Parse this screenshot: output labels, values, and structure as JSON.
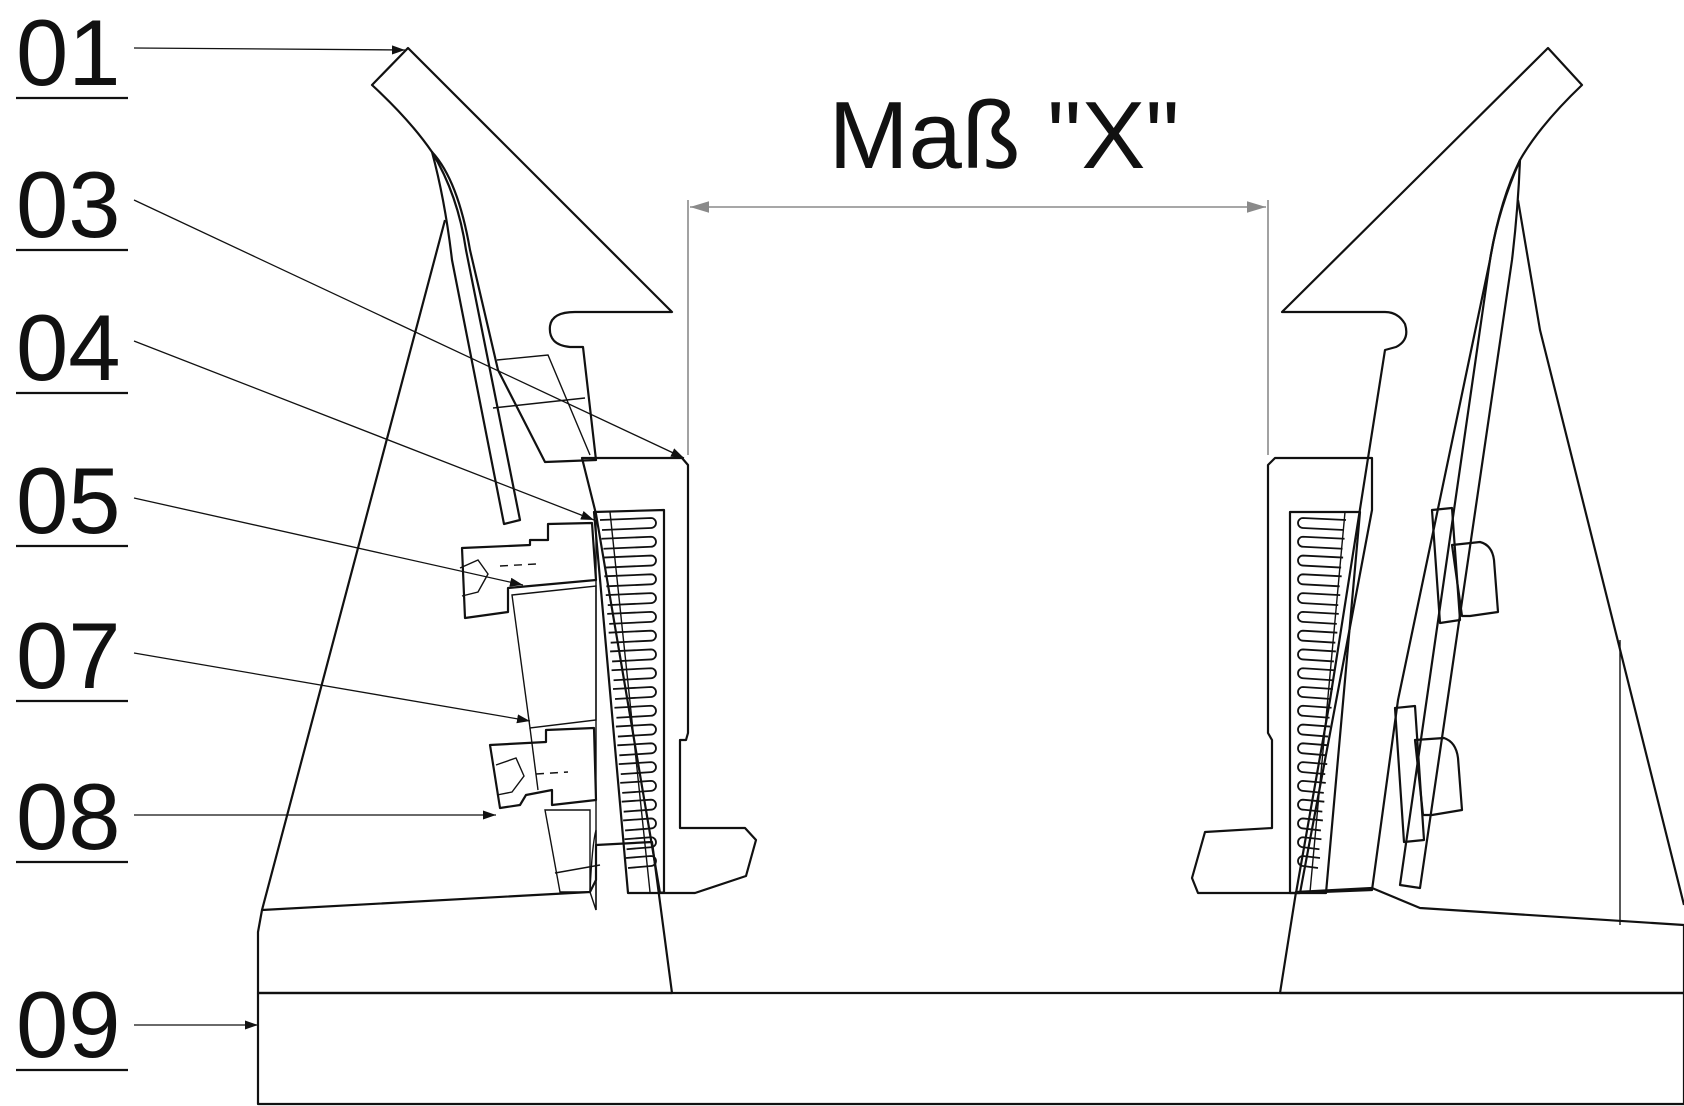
{
  "dimension": {
    "text": "Maß \"X\""
  },
  "labels": [
    {
      "id": "01",
      "text": "01"
    },
    {
      "id": "03",
      "text": "03"
    },
    {
      "id": "04",
      "text": "04"
    },
    {
      "id": "05",
      "text": "05"
    },
    {
      "id": "07",
      "text": "07"
    },
    {
      "id": "08",
      "text": "08"
    },
    {
      "id": "09",
      "text": "09"
    }
  ],
  "colors": {
    "line": "#111111",
    "dimension_line": "#8a8a8a",
    "background": "#ffffff"
  }
}
